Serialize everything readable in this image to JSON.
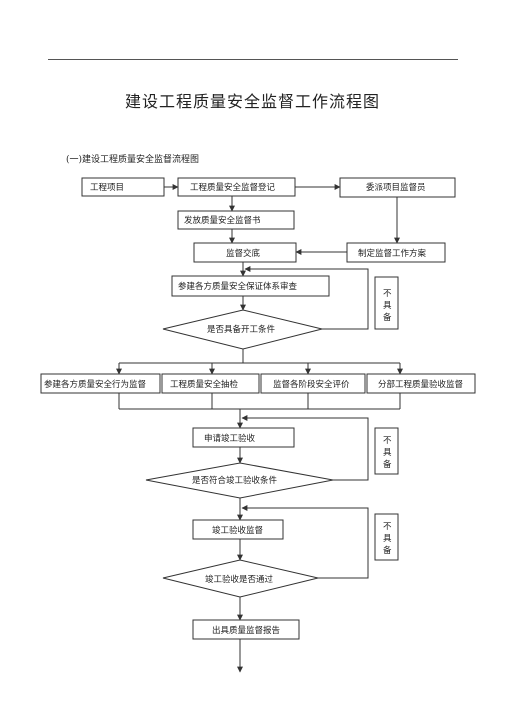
{
  "title": "建设工程质量安全监督工作流程图",
  "subtitle": "(一)建设工程质量安全监督流程图",
  "nodes": {
    "project": "工程项目",
    "registration": "工程质量安全监督登记",
    "assign_supervisor": "委派项目监督员",
    "issue_notice": "发放质量安全监督书",
    "supervision_briefing": "监督交底",
    "make_plan": "制定监督工作方案",
    "system_review": "参建各方质量安全保证体系审查",
    "start_condition": "是否具备开工条件",
    "behavior_supervision": "参建各方质量安全行为监督",
    "spot_check": "工程质量安全抽检",
    "stage_evaluation": "监督各阶段安全评价",
    "subproject_acceptance": "分部工程质量验收监督",
    "apply_acceptance": "申请竣工验收",
    "acceptance_condition": "是否符合竣工验收条件",
    "acceptance_supervision": "竣工验收监督",
    "acceptance_passed": "竣工验收是否通过",
    "report": "出具质量监督报告"
  },
  "not_ready_label": "不具备"
}
